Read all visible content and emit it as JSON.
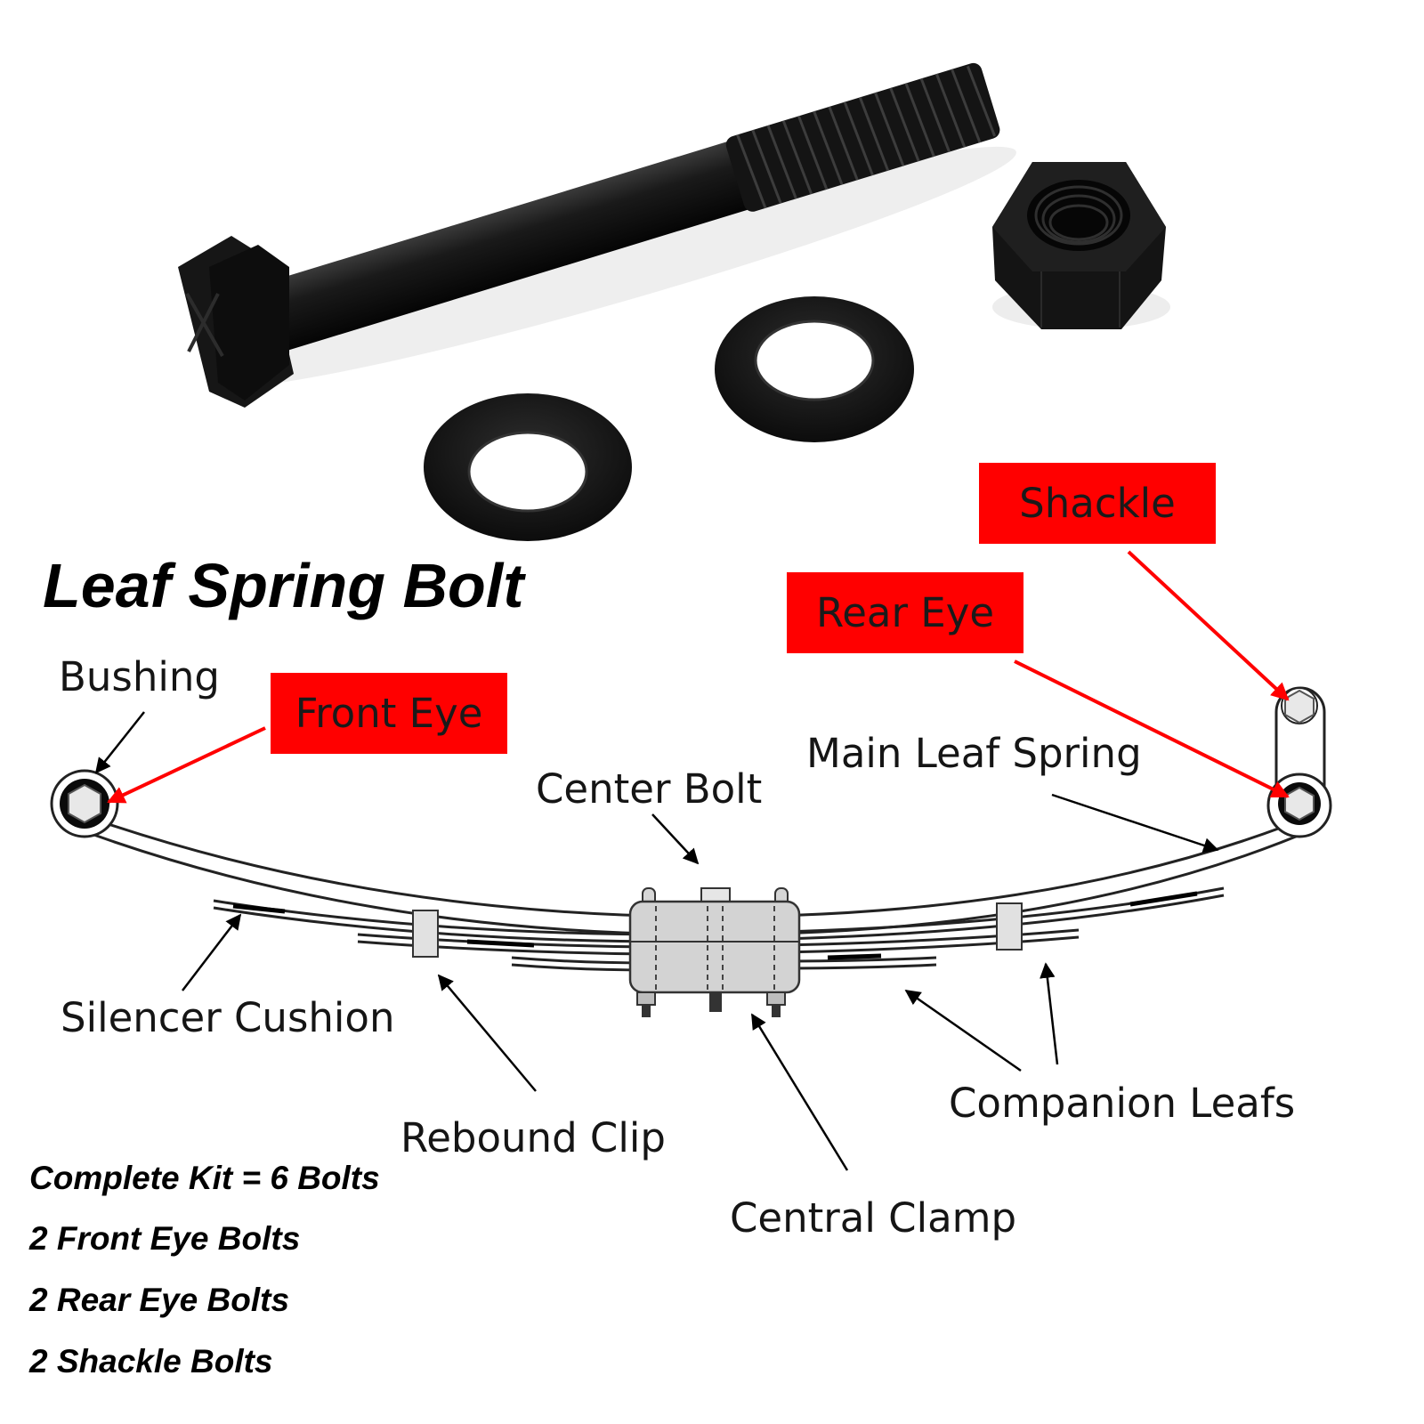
{
  "title": "Leaf Spring Bolt",
  "labels": {
    "bushing": "Bushing",
    "front_eye": "Front Eye",
    "rear_eye": "Rear Eye",
    "shackle": "Shackle",
    "main_leaf_spring": "Main Leaf Spring",
    "center_bolt": "Center Bolt",
    "silencer_cushion": "Silencer Cushion",
    "rebound_clip": "Rebound Clip",
    "central_clamp": "Central Clamp",
    "companion_leafs": "Companion Leafs"
  },
  "kit": {
    "line1": "Complete Kit = 6 Bolts",
    "line2": "2 Front Eye Bolts",
    "line3": "2 Rear Eye Bolts",
    "line4": "2 Shackle Bolts"
  },
  "colors": {
    "highlight": "#ff0000",
    "hardware": "#111111",
    "line": "#000000"
  },
  "icons": [
    "hex-bolt-icon",
    "washer-icon",
    "hex-nut-icon",
    "leaf-spring-icon"
  ]
}
